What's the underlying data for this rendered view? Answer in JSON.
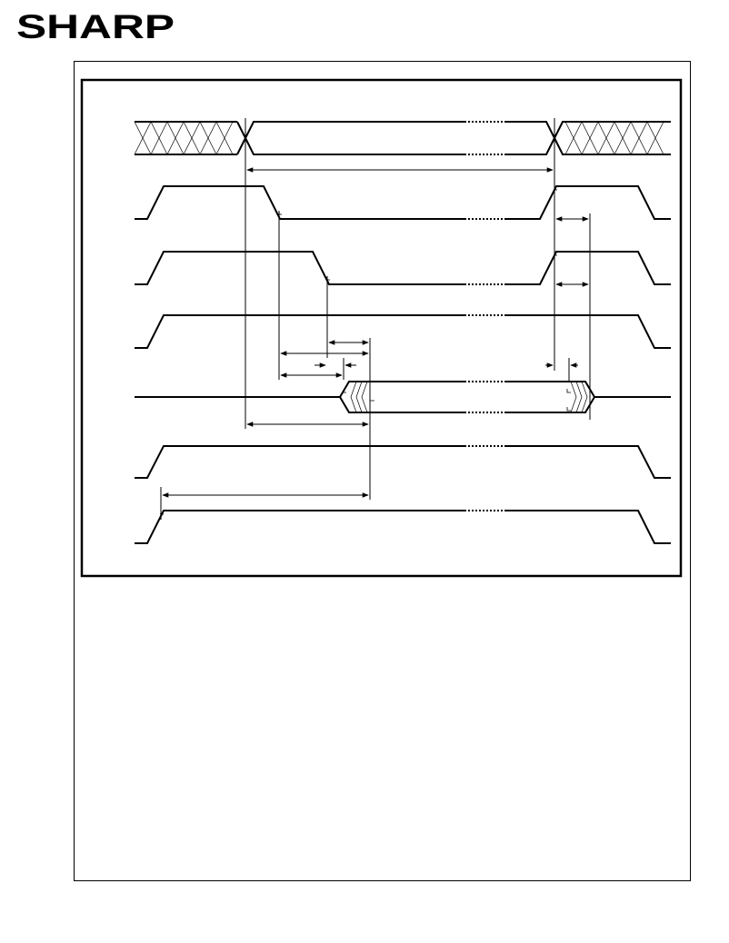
{
  "brand": {
    "logo_text": "SHARP"
  },
  "diagram": {
    "type": "timing-diagram",
    "signal_count": 7,
    "line_color": "#000000",
    "background_color": "#ffffff"
  }
}
